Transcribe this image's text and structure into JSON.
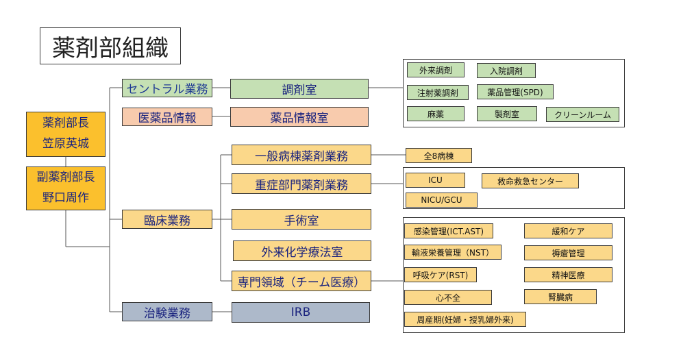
{
  "title": "薬剤部組織",
  "head": {
    "director_title": "薬剤部長",
    "director_name": "笠原英城",
    "deputy_title": "副薬剤部長",
    "deputy_name": "野口周作"
  },
  "divisions": {
    "central": "セントラル業務",
    "drug_info": "医薬品情報",
    "clinical": "臨床業務",
    "trial": "治験業務"
  },
  "units": {
    "dispensing": "調剤室",
    "drug_info_room": "薬品情報室",
    "general_ward": "一般病棟薬剤業務",
    "critical": "重症部門薬剤業務",
    "surgery": "手術室",
    "chemo": "外来化学療法室",
    "specialty": "専門領域（チーム医療）",
    "irb": "IRB"
  },
  "central_items": [
    "外来調剤",
    "入院調剤",
    "注射薬調剤",
    "薬品管理(SPD)",
    "麻薬",
    "製剤室",
    "クリーンルーム"
  ],
  "ward_items": [
    "全8病棟"
  ],
  "critical_items": [
    "ICU",
    "救命救急センター",
    "NICU/GCU"
  ],
  "specialty_items": [
    "感染管理(ICT.AST)",
    "緩和ケア",
    "輸液栄養管理（NST）",
    "褥瘡管理",
    "呼吸ケア(RST)",
    "精神医療",
    "心不全",
    "腎臓病",
    "周産期(妊婦・授乳婦外来)"
  ],
  "colors": {
    "central": "#c5e0b4",
    "drug_info": "#f8cbad",
    "clinical": "#fbd88a",
    "head": "#fbc02d",
    "trial": "#adb9ca"
  }
}
